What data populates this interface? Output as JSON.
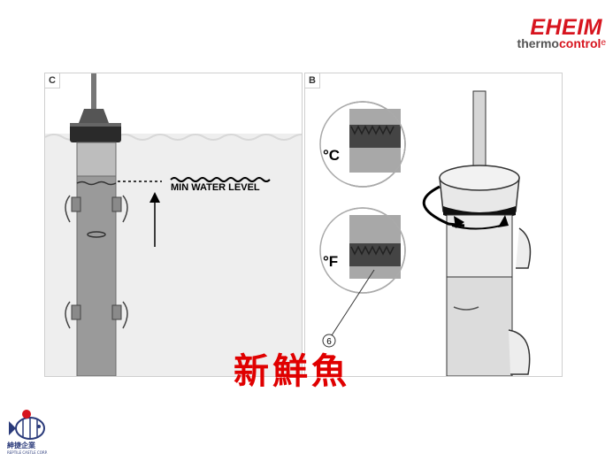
{
  "logo": {
    "brand": "EHEIM",
    "sub_a": "thermo",
    "sub_b": "control",
    "sub_c": "e"
  },
  "panel_c": {
    "label": "C",
    "min_water_label": "MIN WATER LEVEL"
  },
  "panel_b": {
    "label": "B",
    "unit_c": "°C",
    "unit_f": "°F",
    "callout_number": "6"
  },
  "caption": "新鮮魚",
  "corner": {
    "name": "紳捷企業",
    "sub": "REPTILE CASTLE CORP."
  },
  "colors": {
    "brand_red": "#d7141e",
    "caption_red": "#e00000",
    "heater_gray": "#9a9a9a",
    "tank_water": "#eeeeee"
  }
}
